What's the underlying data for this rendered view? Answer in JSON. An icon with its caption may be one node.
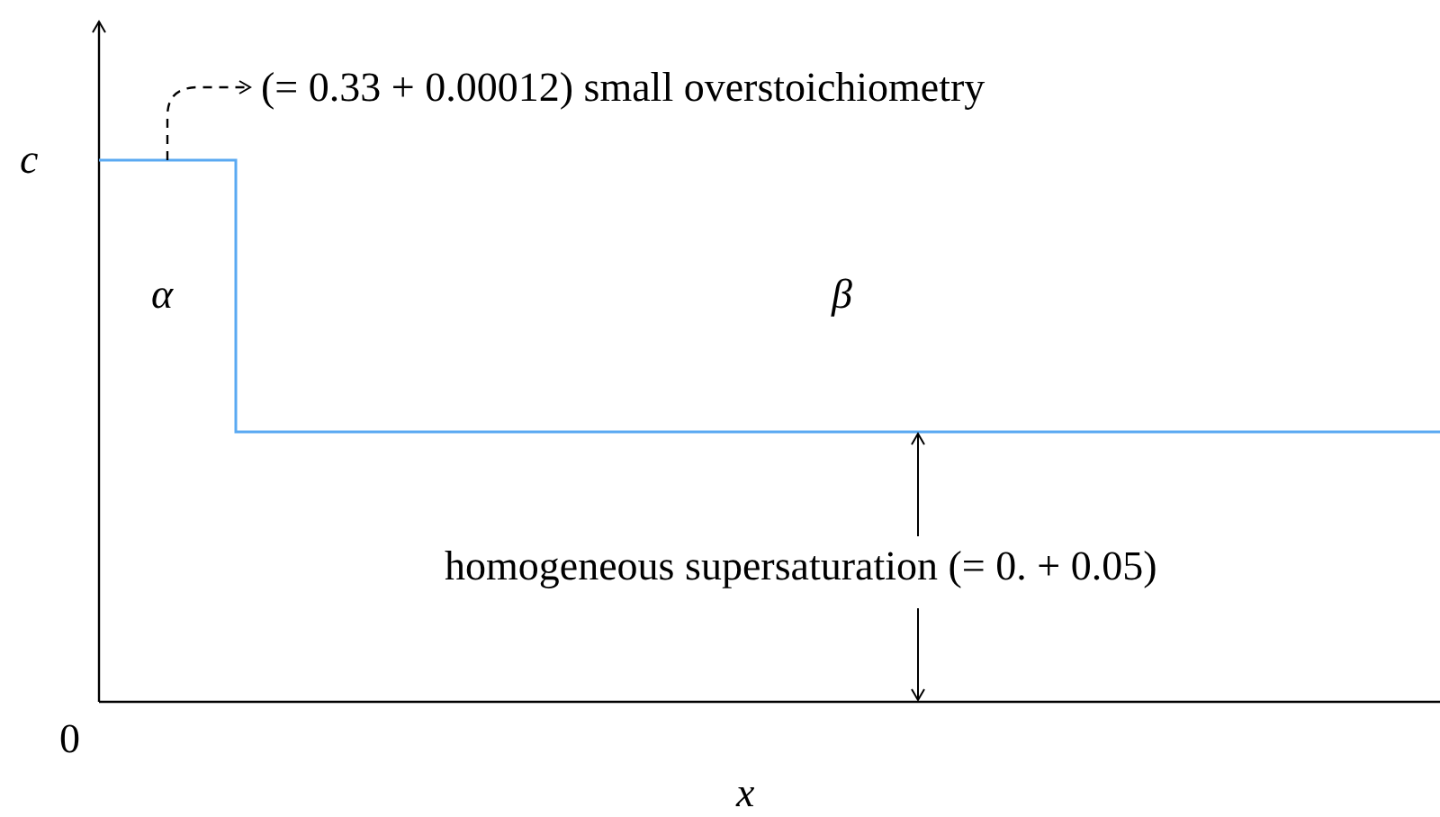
{
  "diagram": {
    "nodes": [
      {
        "text": [
          "(= 0.33 + 0.00012) small overstoichiometry"
        ]
      },
      {
        "text": [],
        "shape": "line"
      }
    ],
    "edges": [
      {
        "from": 1,
        "to": 0,
        "arrow": "to",
        "style": "dashed"
      }
    ],
    "labels": [
      "c",
      "α",
      "β",
      "homogeneous supersaturation (= 0. + 0.05)",
      "0",
      "x"
    ]
  }
}
